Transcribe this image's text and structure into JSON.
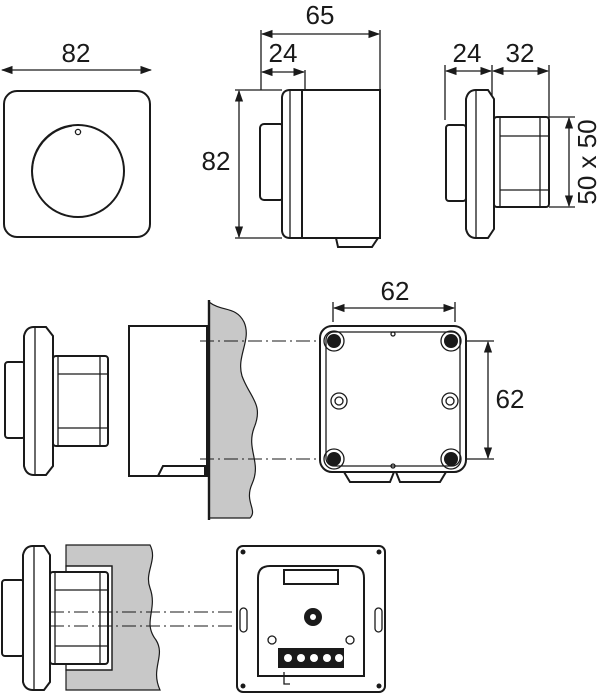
{
  "dimensions": {
    "front_width": "82",
    "side_depth_total": "65",
    "side_depth_knob": "24",
    "side_height": "82",
    "back_knob_depth": "24",
    "back_insert_depth": "32",
    "back_insert_size": "50 x 50",
    "box_width": "62",
    "box_height": "62"
  },
  "colors": {
    "line": "#1a1a1a",
    "wall": "#c8c8c8",
    "background": "#ffffff"
  }
}
